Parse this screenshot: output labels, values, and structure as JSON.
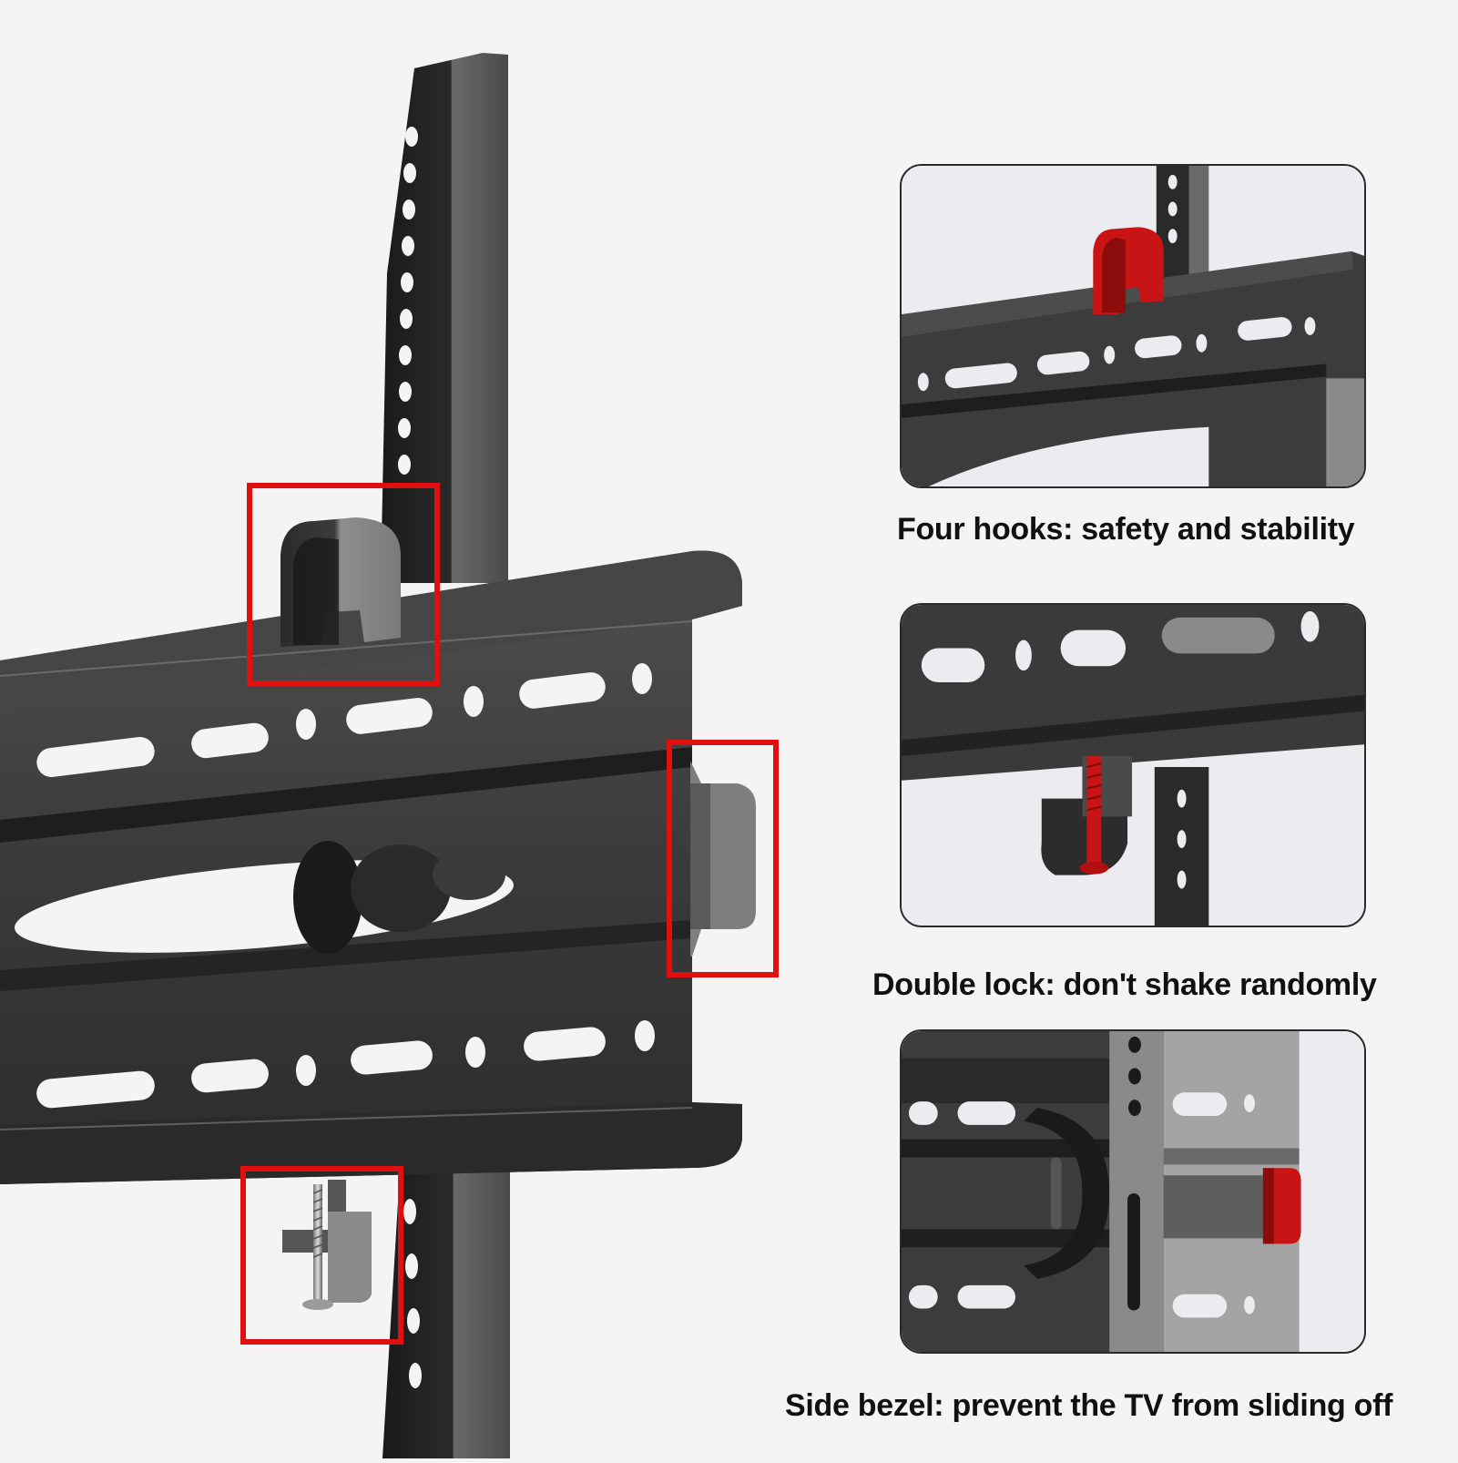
{
  "colors": {
    "background": "#f4f4f4",
    "steel": "#3e3e3e",
    "steel_dark": "#1c1c1c",
    "steel_light": "#8a8a8a",
    "highlight_box": "#e01010",
    "accent_red": "#c81414",
    "caption_text": "#111111"
  },
  "main_image": {
    "subject": "tv-wall-mount-bracket",
    "highlights": [
      "hook",
      "side-bezel",
      "lock-screw"
    ]
  },
  "features": [
    {
      "caption": "Four hooks: safety and stability",
      "icon": "hook-detail"
    },
    {
      "caption": "Double lock: don't shake randomly",
      "icon": "lock-screw-detail"
    },
    {
      "caption": "Side bezel: prevent the TV from sliding off",
      "icon": "side-bezel-detail"
    }
  ]
}
